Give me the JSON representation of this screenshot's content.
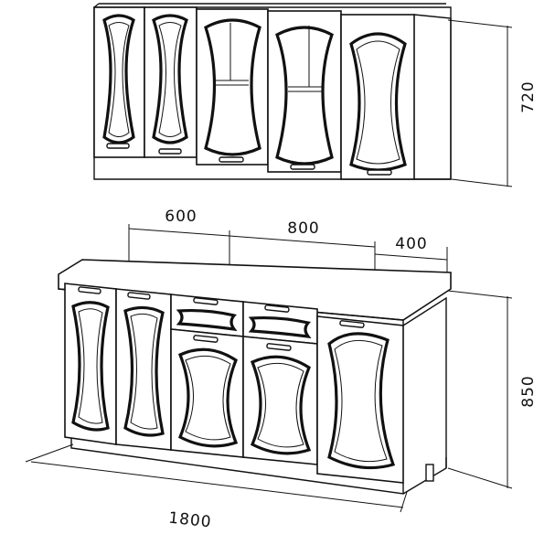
{
  "dimensions": {
    "wall_height": "720",
    "width_a": "600",
    "width_b": "800",
    "width_c": "400",
    "base_height": "850",
    "total_width": "1800"
  },
  "colors": {
    "line": "#111111",
    "background": "#ffffff"
  }
}
